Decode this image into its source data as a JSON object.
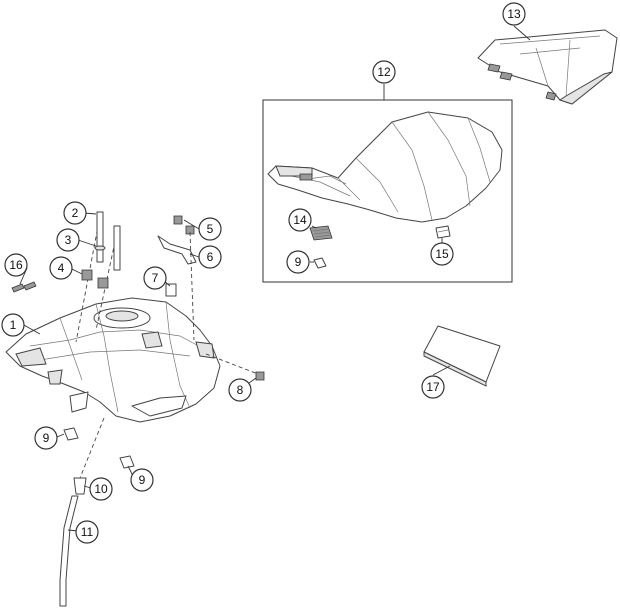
{
  "callouts": [
    {
      "id": "c1",
      "label": "1"
    },
    {
      "id": "c2",
      "label": "2"
    },
    {
      "id": "c3",
      "label": "3"
    },
    {
      "id": "c4",
      "label": "4"
    },
    {
      "id": "c5",
      "label": "5"
    },
    {
      "id": "c6",
      "label": "6"
    },
    {
      "id": "c7",
      "label": "7"
    },
    {
      "id": "c8",
      "label": "8"
    },
    {
      "id": "c9a",
      "label": "9"
    },
    {
      "id": "c9b",
      "label": "9"
    },
    {
      "id": "c9c",
      "label": "9"
    },
    {
      "id": "c10",
      "label": "10"
    },
    {
      "id": "c11",
      "label": "11"
    },
    {
      "id": "c12",
      "label": "12"
    },
    {
      "id": "c13",
      "label": "13"
    },
    {
      "id": "c14",
      "label": "14"
    },
    {
      "id": "c15",
      "label": "15"
    },
    {
      "id": "c16",
      "label": "16"
    },
    {
      "id": "c17",
      "label": "17"
    }
  ]
}
